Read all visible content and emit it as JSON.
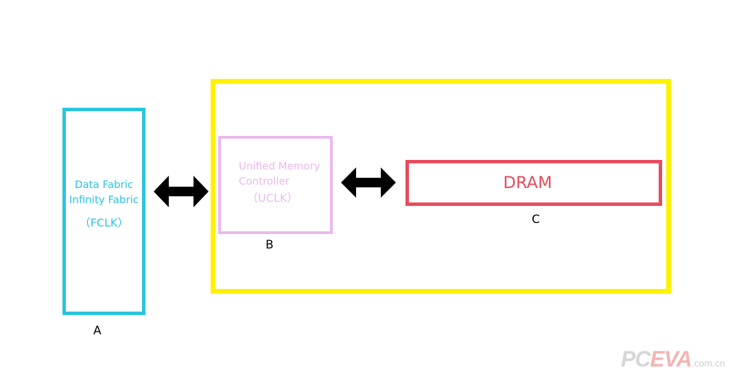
{
  "block_a": {
    "line1": "Data Fabric",
    "line2": "Infinity Fabric",
    "clock": "（FCLK）",
    "letter": "A",
    "color": "#29c4e0"
  },
  "block_b": {
    "line1": "Unified Memory",
    "line2": "Controller",
    "clock": "（UCLK）",
    "letter": "B",
    "color": "#eab8ee"
  },
  "block_c": {
    "label": "DRAM",
    "letter": "C",
    "color": "#e84b5d"
  },
  "outer_box": {
    "color": "#fff200"
  },
  "connectors": [
    {
      "from": "A",
      "to": "B",
      "type": "bidirectional-arrow"
    },
    {
      "from": "B",
      "to": "C",
      "type": "bidirectional-arrow"
    }
  ],
  "watermark": {
    "part1": "PC",
    "part2": "EVA",
    "part3": ".com.cn"
  }
}
